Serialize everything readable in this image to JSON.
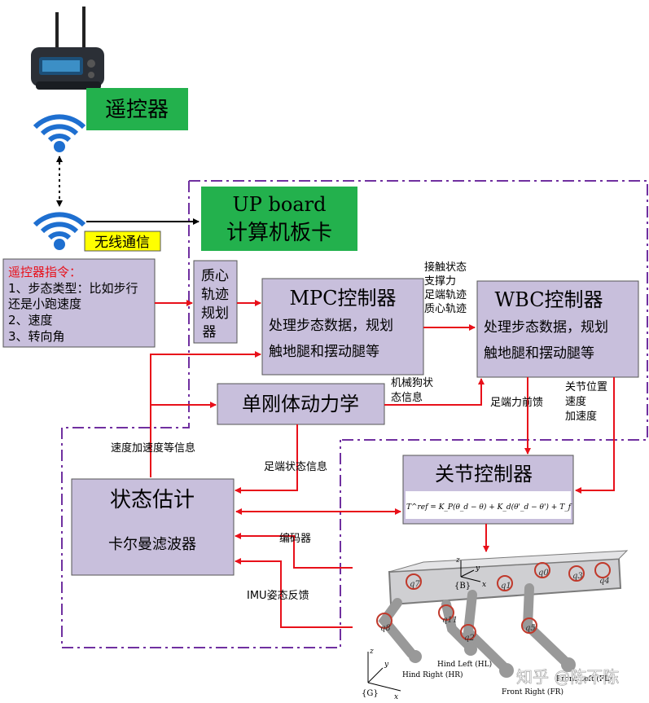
{
  "colors": {
    "green": "#23b14d",
    "yellow": "#ffff00",
    "purple": "#c8bfdc",
    "red": "#e8101a",
    "dashdot": "#7030a0"
  },
  "remote": {
    "label": "遥控器"
  },
  "wireless": {
    "label": "无线通信"
  },
  "upboard": {
    "line1": "UP board",
    "line2": "计算机板卡"
  },
  "commands": {
    "title": "遥控器指令：",
    "lines": [
      "1、步态类型：比如步行",
      "还是小跑速度",
      "2、速度",
      "3、转向角"
    ]
  },
  "traj": {
    "lines": [
      "质心",
      "轨迹",
      "规划",
      "器"
    ]
  },
  "mpc": {
    "title": "MPC控制器",
    "lines": [
      "处理步态数据，规划",
      "触地腿和摆动腿等"
    ]
  },
  "wbc": {
    "title": "WBC控制器",
    "lines": [
      "处理步态数据，规划",
      "触地腿和摆动腿等"
    ]
  },
  "mpc_wbc_label": {
    "lines": [
      "接触状态",
      "支撑力",
      "足端轨迹",
      "质心轨迹"
    ]
  },
  "rigid": {
    "title": "单刚体动力学"
  },
  "dog_state": {
    "lines": [
      "机械狗状",
      "态信息"
    ]
  },
  "foot_ff": {
    "label": "足端力前馈"
  },
  "joint_info": {
    "lines": [
      "关节位置",
      "速度",
      "加速度"
    ]
  },
  "joint_ctrl": {
    "title": "关节控制器",
    "formula": "T^ref = K_P(θ_d − θ) + K_d(θ'_d − θ') + T_f"
  },
  "estimator": {
    "title": "状态估计",
    "subtitle": "卡尔曼滤波器"
  },
  "labels": {
    "vel_acc": "速度加速度等信息",
    "foot_state": "足端状态信息",
    "encoder": "编码器",
    "imu": "IMU姿态反馈"
  },
  "robot": {
    "joints": [
      "q7",
      "q1",
      "q0",
      "q3",
      "q4",
      "q8",
      "q11",
      "q2",
      "q5"
    ],
    "frame_b": "{B}",
    "frame_g": "{G}",
    "legs": [
      "Hind Left (HL)",
      "Hind Right (HR)",
      "Front Right (FR)",
      "Front Left (FL)"
    ],
    "axes": [
      "x",
      "y",
      "z"
    ]
  },
  "watermark": "知乎 @陈不陈"
}
